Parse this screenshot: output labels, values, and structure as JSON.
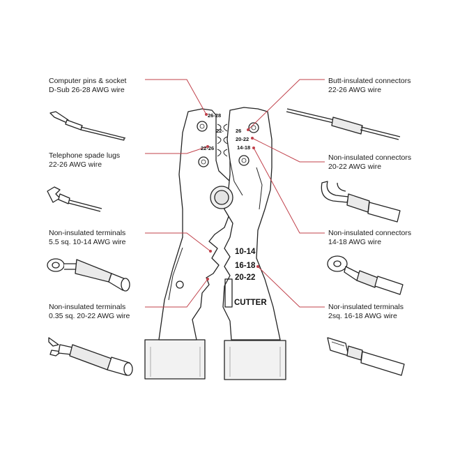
{
  "colors": {
    "line": "#222222",
    "leader": "#c0404a",
    "handle": "#f4f4f4"
  },
  "callouts": {
    "computer_pins": {
      "line1": "Computer pins & socket",
      "line2": "D-Sub 26-28 AWG wire",
      "icon": "pin-contact-icon"
    },
    "telephone_spade": {
      "line1": "Telephone spade lugs",
      "line2": "22-26 AWG wire",
      "icon": "spade-lug-icon"
    },
    "non_ins_terminals_big": {
      "line1": "Non-insulated terminals",
      "line2": "5.5 sq. 10-14 AWG wire",
      "icon": "ring-terminal-icon"
    },
    "non_ins_terminals_small": {
      "line1": "Non-insulated terminals",
      "line2": "0.35 sq. 20-22 AWG wire",
      "icon": "fork-terminal-icon"
    },
    "butt_insulated": {
      "line1": "Butt-insulated connectors",
      "line2": "22-26 AWG wire",
      "icon": "butt-connector-icon"
    },
    "non_ins_conn_2022": {
      "line1": "Non-insulated connectors",
      "line2": "20-22 AWG wire",
      "icon": "fork-connector-icon"
    },
    "non_ins_conn_1418": {
      "line1": "Non-insulated connectors",
      "line2": "14-18 AWG wire",
      "icon": "ring-connector-icon"
    },
    "nor_ins_terminals": {
      "line1": "Nor-insulated terminals",
      "line2": "2sq. 16-18 AWG wire",
      "icon": "flag-terminal-icon"
    }
  },
  "tool": {
    "die_26_28": "26-28",
    "die_22_left": "22-",
    "die_26_right": "26",
    "die_20_22_top": "20-22",
    "die_14_18": "14-18",
    "die_22_26": "22-26",
    "jaw_10_14": "10-14",
    "jaw_16_18": "16-18",
    "jaw_20_22": "20-22",
    "cutter": "CUTTER"
  }
}
